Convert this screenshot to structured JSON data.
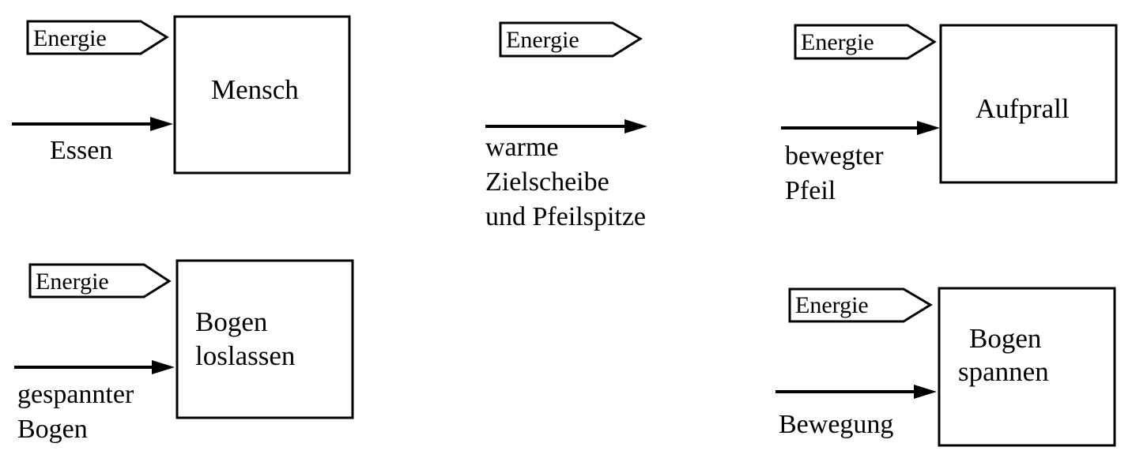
{
  "diagram": {
    "energy_label": "Energie",
    "processes": [
      {
        "id": "mensch",
        "box_lines": [
          "Mensch"
        ],
        "input_lines": [
          "Essen"
        ]
      },
      {
        "id": "ziel",
        "box_lines": [],
        "input_lines": [
          "warme",
          "Zielscheibe",
          "und Pfeilspitze"
        ]
      },
      {
        "id": "aufprall",
        "box_lines": [
          "Aufprall"
        ],
        "input_lines": [
          "bewegter",
          "Pfeil"
        ]
      },
      {
        "id": "bogen-loslassen",
        "box_lines": [
          "Bogen",
          "loslassen"
        ],
        "input_lines": [
          "gespannter",
          "Bogen"
        ]
      },
      {
        "id": "bogen-spannen",
        "box_lines": [
          "Bogen",
          "spannen"
        ],
        "input_lines": [
          "Bewegung"
        ]
      }
    ]
  }
}
